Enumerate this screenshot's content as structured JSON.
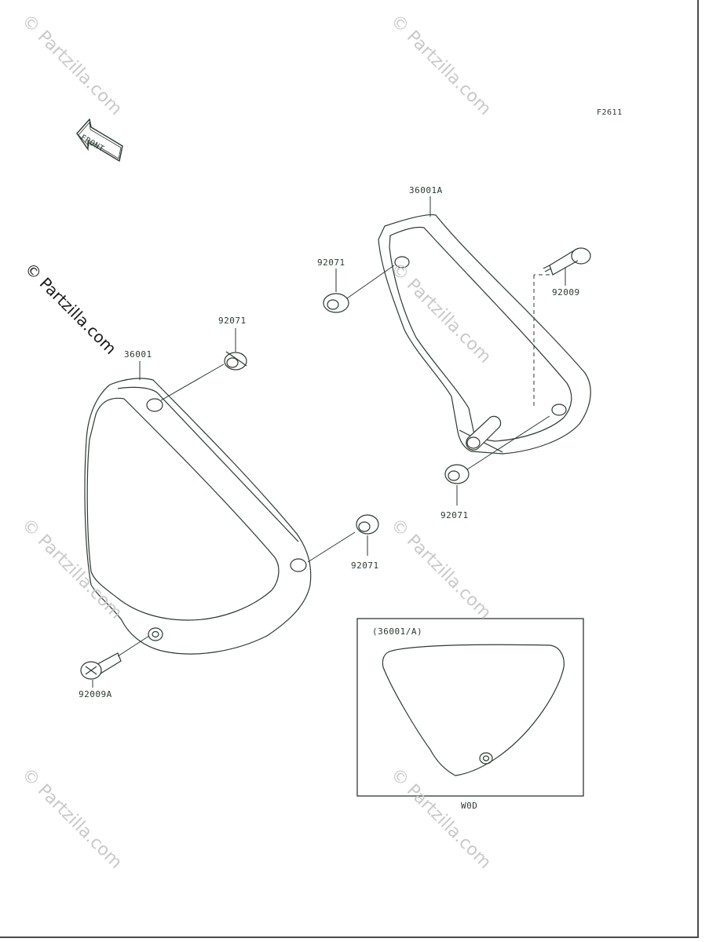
{
  "diagram_code": "F2611",
  "front_label": "FRONT",
  "parts": {
    "cover_left": "36001",
    "cover_right": "36001A",
    "grommet_a": "92071",
    "grommet_b": "92071",
    "grommet_c": "92071",
    "grommet_d": "92071",
    "bolt_right": "92009",
    "bolt_left": "92009A"
  },
  "inset": {
    "title": "(36001/A)",
    "caption": "W0D"
  },
  "watermark": "© Partzilla.com",
  "colors": {
    "line": "#2c3a30",
    "watermark": "#c9c9c9"
  }
}
